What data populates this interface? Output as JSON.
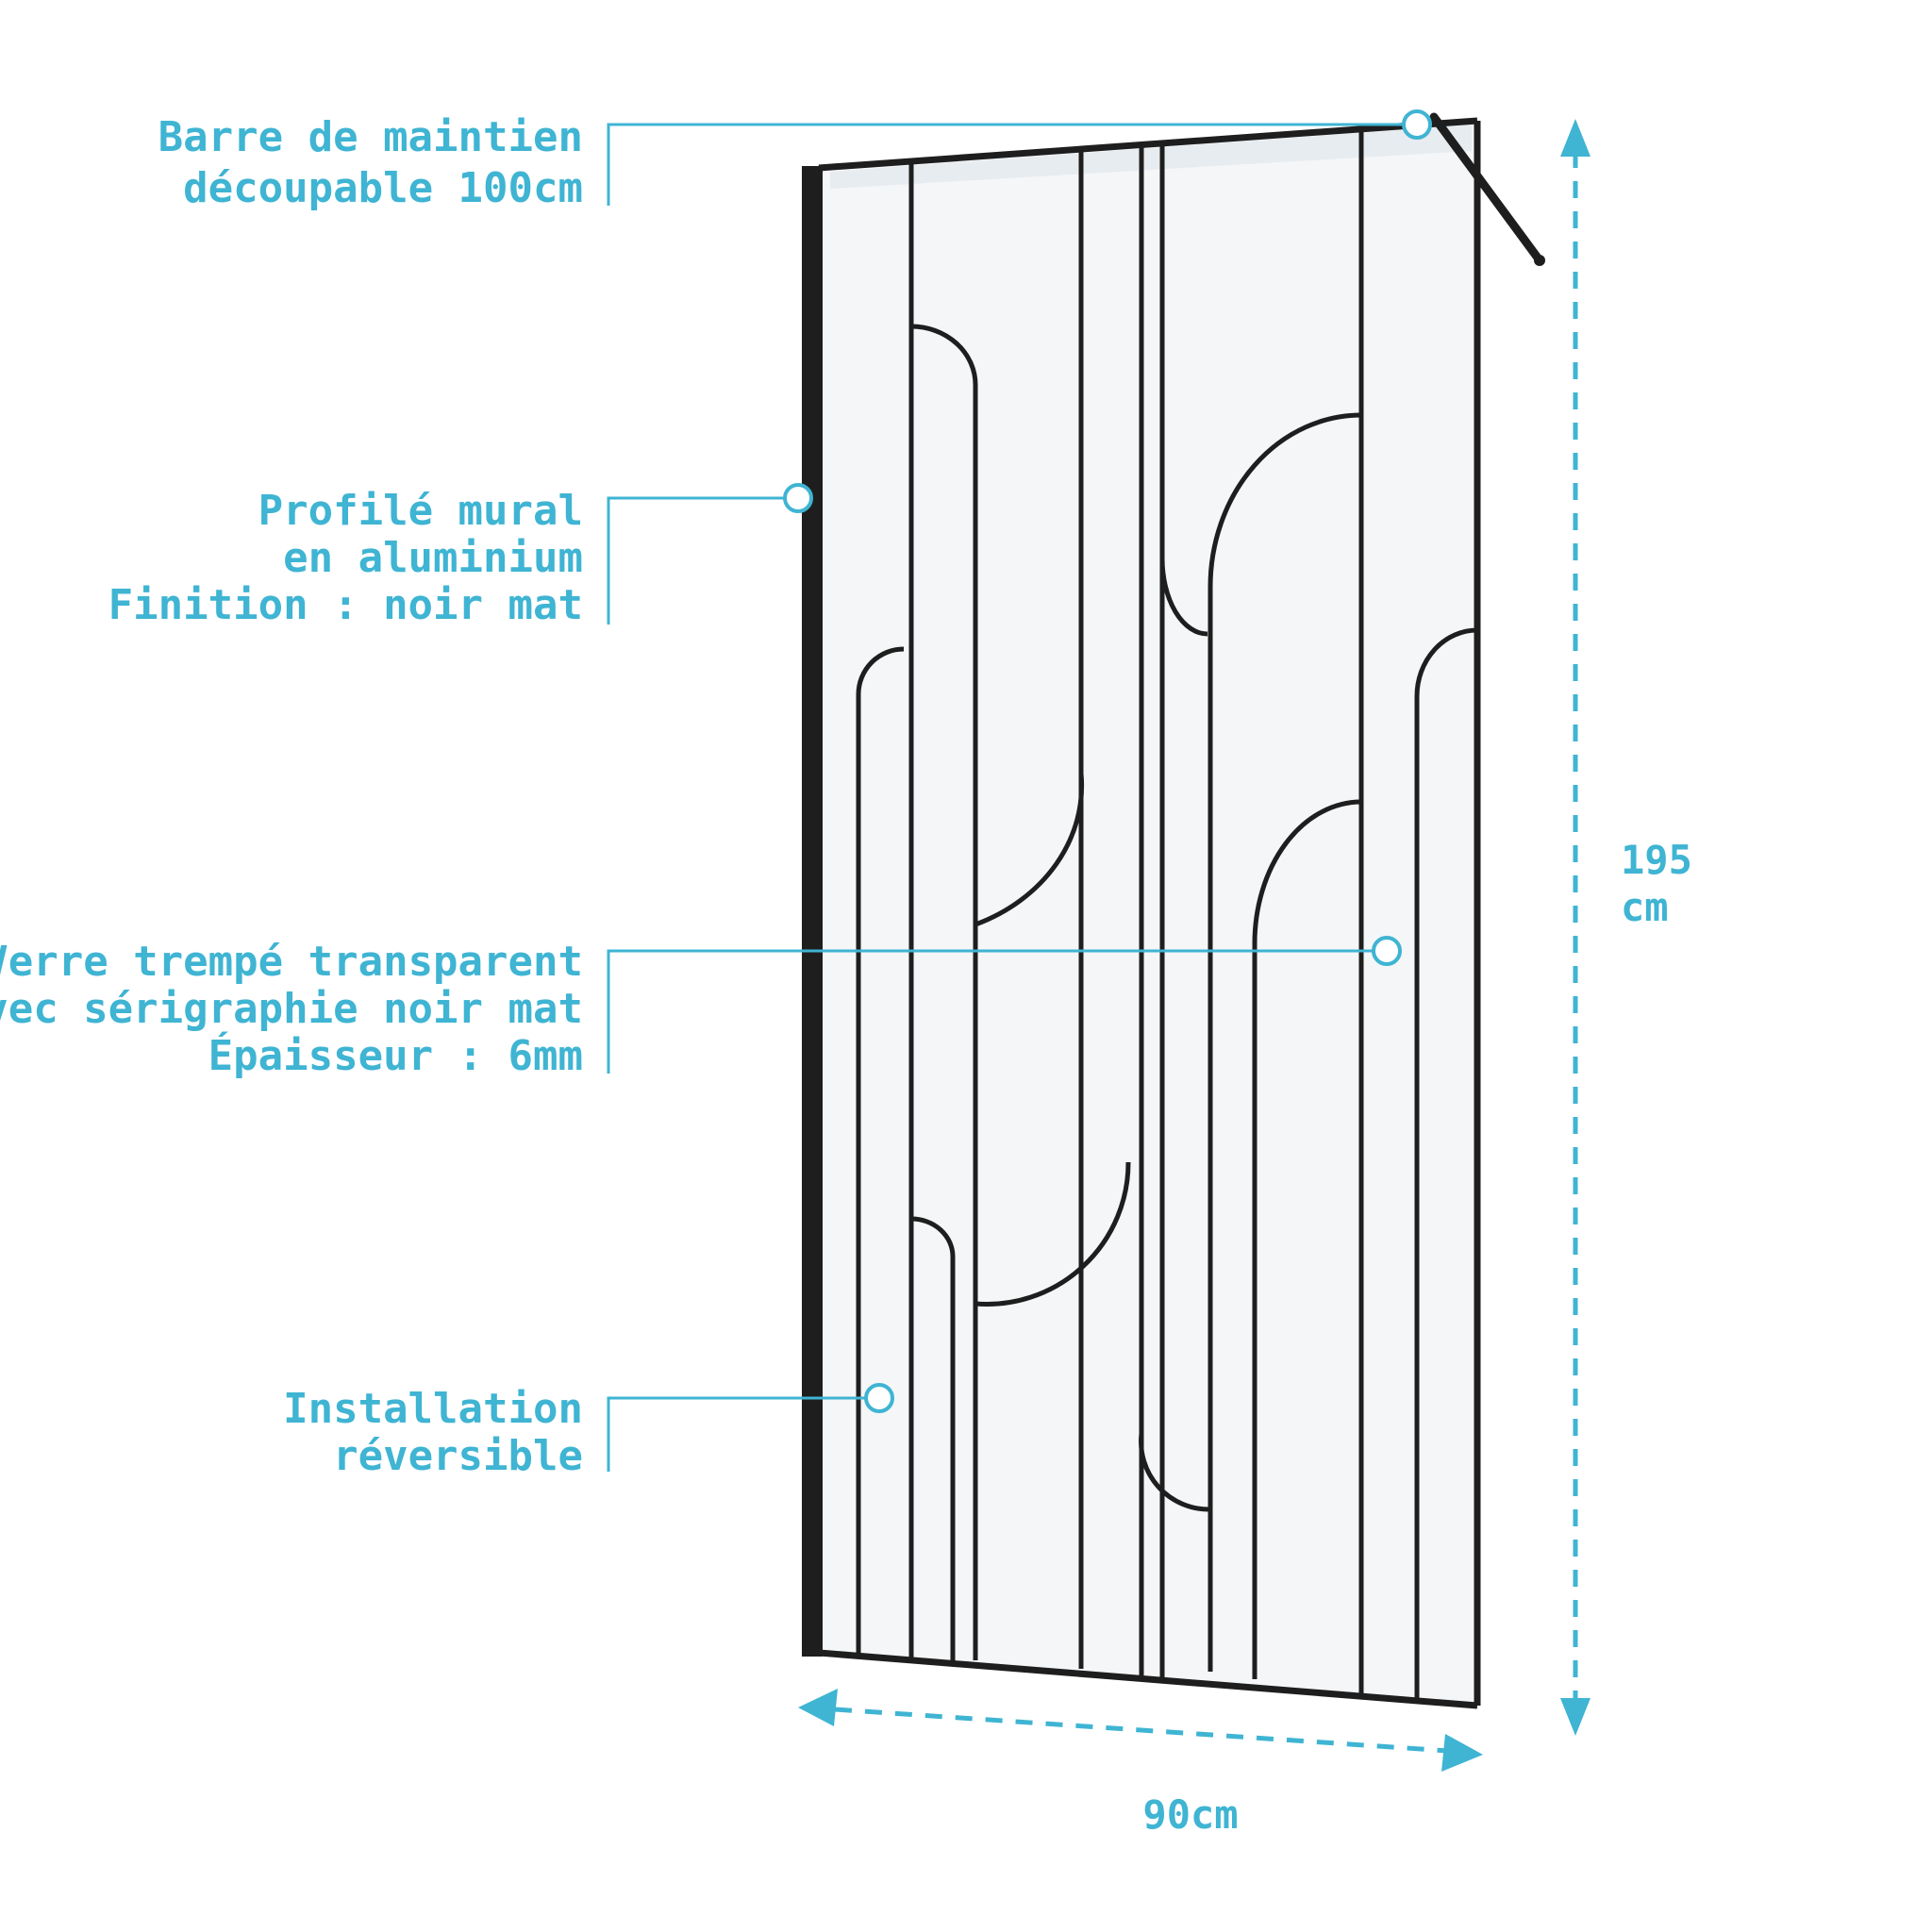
{
  "callouts": {
    "bar": {
      "line1": "Barre de maintien",
      "line2": "découpable 100cm"
    },
    "profile": {
      "line1": "Profilé mural",
      "line2": "en aluminium",
      "line3": "Finition : noir mat"
    },
    "glass": {
      "line1": "Verre trempé transparent",
      "line2": "avec sérigraphie noir mat",
      "line3": "Épaisseur : 6mm"
    },
    "install": {
      "line1": "Installation",
      "line2": "réversible"
    }
  },
  "dimensions": {
    "height_value": "195",
    "height_unit": "cm",
    "width": "90cm"
  },
  "colors": {
    "accent": "#3fb4d3",
    "frame": "#1e1e1e",
    "glass": "#f4f6f8"
  }
}
